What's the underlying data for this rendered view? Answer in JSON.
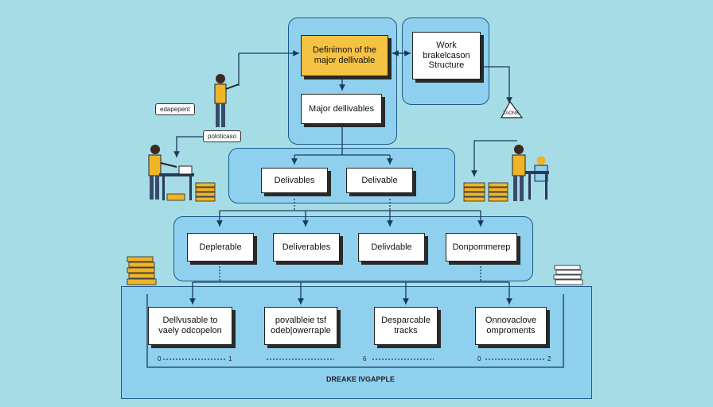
{
  "top": {
    "definition_box": "Definimon of the\nmajor dellivable",
    "major_box": "Major dellivables",
    "wbs_box": "Work\nbrakelcason\nStructure",
    "triangle_label": "TAONE"
  },
  "side_labels": {
    "left_tag_top": "edapepent",
    "left_tag_mid": "poloticaso"
  },
  "level2": [
    "Delivables",
    "Delivable"
  ],
  "level3": [
    "Deplerable",
    "Deliverables",
    "Delivdable",
    "Donpommerep"
  ],
  "level4": [
    "Dellvusable to\nvaely odcopelon",
    "povalbleie tsf\nodeb|owerraple",
    "Desparcable\ntracks",
    "Onnovaclove\nomproments"
  ],
  "bottom": {
    "scale_left_a": "0",
    "scale_left_b": "1",
    "scale_mid": "6",
    "scale_right_a": "0",
    "scale_right_b": "2",
    "footer_label": "DREAKE IVGAPPLE"
  }
}
